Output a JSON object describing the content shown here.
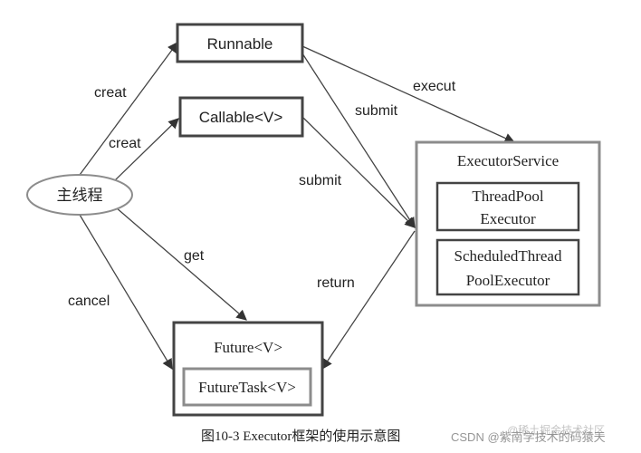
{
  "nodes": {
    "main_thread": "主线程",
    "runnable": "Runnable",
    "callable": "Callable<V>",
    "executor_service": "ExecutorService",
    "thread_pool_executor_line1": "ThreadPool",
    "thread_pool_executor_line2": "Executor",
    "scheduled_line1": "ScheduledThread",
    "scheduled_line2": "PoolExecutor",
    "future": "Future<V>",
    "future_task": "FutureTask<V>"
  },
  "edges": {
    "creat_runnable": "creat",
    "creat_callable": "creat",
    "execut": "execut",
    "submit_runnable": "submit",
    "submit_callable": "submit",
    "get": "get",
    "cancel": "cancel",
    "return": "return"
  },
  "caption": {
    "text": "图10-3   Executor框架的使用示意图",
    "watermark": "CSDN @紫南学技术的码猿天",
    "watermark2": "@稀土掘金技术社区"
  }
}
